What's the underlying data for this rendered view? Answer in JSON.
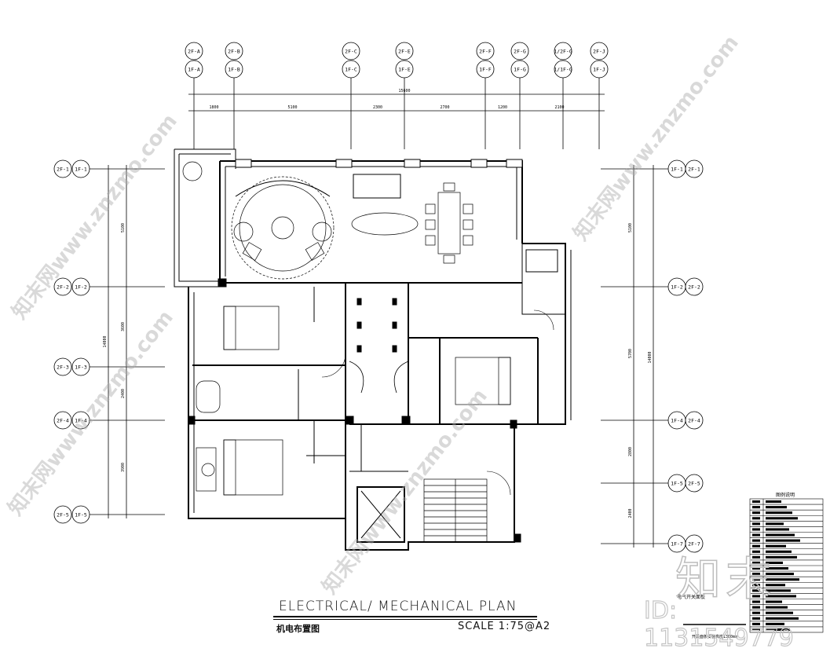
{
  "drawing": {
    "title": "ELECTRICAL/ MECHANICAL PLAN",
    "subtitle": "机电布置图",
    "scale": "SCALE   1:75@A2"
  },
  "grid": {
    "top": [
      {
        "upper": "2F-A",
        "lower": "1F-A"
      },
      {
        "upper": "2F-B",
        "lower": "1F-B"
      },
      {
        "upper": "2F-C",
        "lower": "1F-C"
      },
      {
        "upper": "2F-E",
        "lower": "1F-E"
      },
      {
        "upper": "2F-F",
        "lower": "1F-F"
      },
      {
        "upper": "2F-G",
        "lower": "1F-G"
      },
      {
        "upper": "1/2F-G",
        "lower": "1/1F-G"
      },
      {
        "upper": "2F-J",
        "lower": "1F-J"
      }
    ],
    "left": [
      {
        "a": "2F-1",
        "b": "1F-1"
      },
      {
        "a": "2F-2",
        "b": "1F-2"
      },
      {
        "a": "2F-3",
        "b": "1F-3"
      },
      {
        "a": "2F-4",
        "b": "1F-4"
      },
      {
        "a": "2F-5",
        "b": "1F-5"
      }
    ],
    "right": [
      {
        "a": "1F-1",
        "b": "2F-1"
      },
      {
        "a": "1F-2",
        "b": "2F-2"
      },
      {
        "a": "1F-4",
        "b": "2F-4"
      },
      {
        "a": "1F-5",
        "b": "2F-5"
      },
      {
        "a": "1F-7",
        "b": "2F-7"
      }
    ]
  },
  "dimensions": {
    "top_total": "15600",
    "top_segments": [
      "1800",
      "5100",
      "2300",
      "2700",
      "1200",
      "2100"
    ],
    "left_total": "14000",
    "left_segments": [
      "5100",
      "3600",
      "2400",
      "3900"
    ],
    "right_total": "14000",
    "right_segments": [
      "5100",
      "5700",
      "2800",
      "2400"
    ]
  },
  "legend": {
    "title": "图例说明",
    "rows": 24,
    "note_title": "电气开关面板",
    "note": "开关面板安装高度1300mm"
  },
  "watermarks": {
    "diagonal": "知末网www.znzmo.com",
    "brand": "知末",
    "id": "ID: 1131549779"
  }
}
